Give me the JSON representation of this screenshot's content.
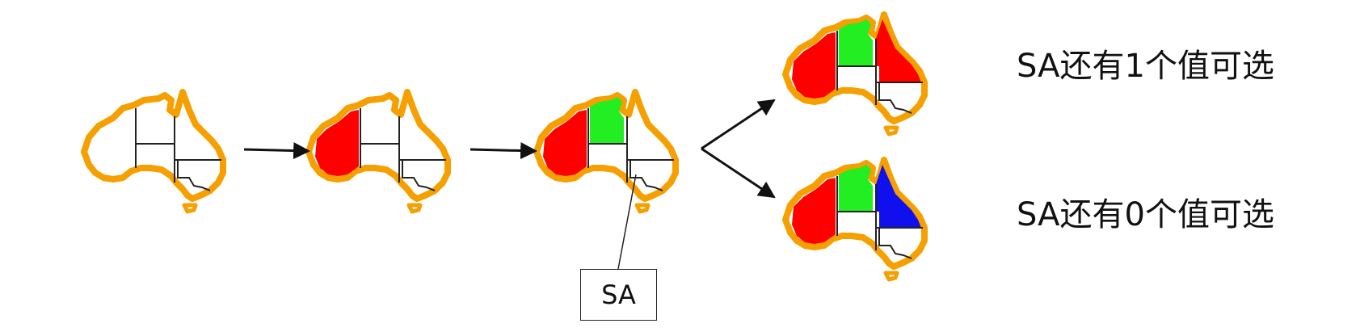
{
  "maps": [
    {
      "id": "map-1",
      "wa": "",
      "nt": "",
      "q": ""
    },
    {
      "id": "map-2",
      "wa": "red",
      "nt": "",
      "q": ""
    },
    {
      "id": "map-3",
      "wa": "red",
      "nt": "green",
      "q": ""
    },
    {
      "id": "map-4",
      "wa": "red",
      "nt": "green",
      "q": "red"
    },
    {
      "id": "map-5",
      "wa": "red",
      "nt": "green",
      "q": "blue"
    }
  ],
  "colors": {
    "outline": "#f5a000",
    "red": "#ff0000",
    "green": "#22ee22",
    "blue": "#1010ee",
    "border": "#222222"
  },
  "callout": {
    "label": "SA"
  },
  "annotations": {
    "top": "SA还有1个值可选",
    "bottom": "SA还有0个值可选"
  }
}
